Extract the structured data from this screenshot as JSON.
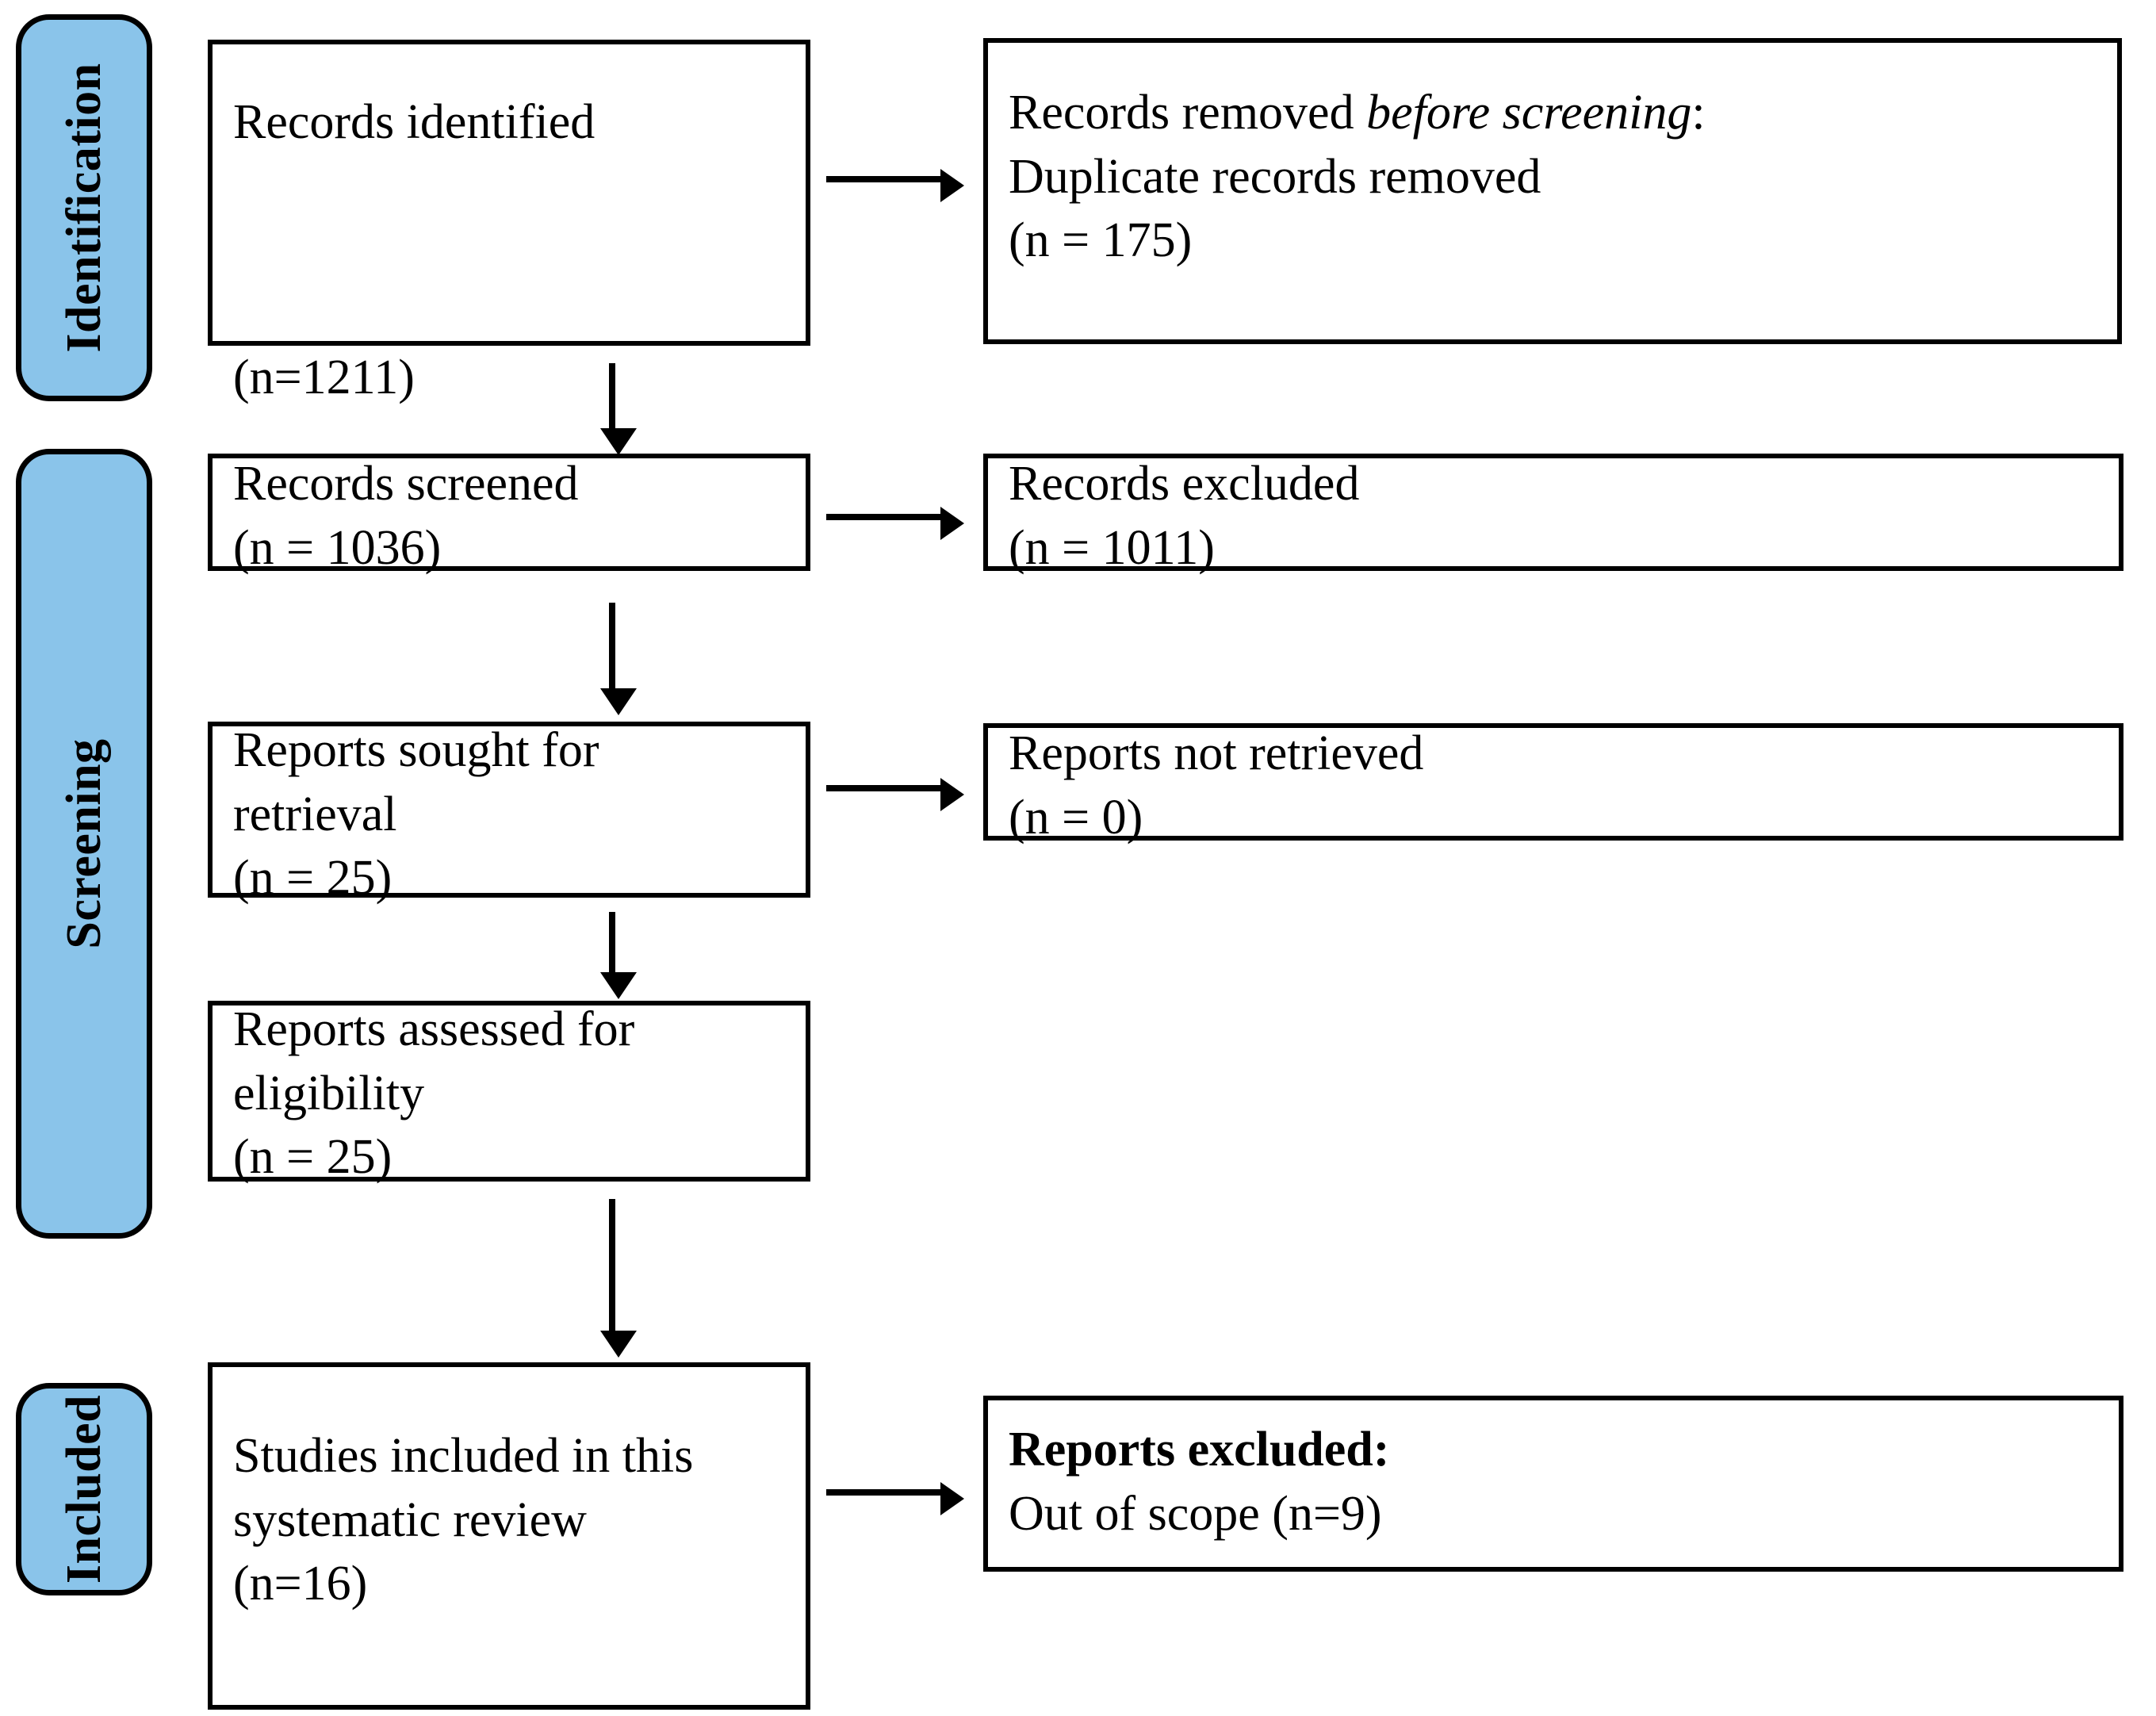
{
  "diagram": {
    "title": "PRISMA flow diagram",
    "accent_color": "#8AC4EA",
    "line_color": "#000000",
    "background_color": "#FFFFFF"
  },
  "stages": [
    {
      "id": "identification",
      "label": "Identification"
    },
    {
      "id": "screening",
      "label": "Screening"
    },
    {
      "id": "included",
      "label": "Included"
    }
  ],
  "boxes": {
    "records_identified": {
      "line1": "Records identified",
      "line2": "(n=1211)"
    },
    "records_removed": {
      "line1_prefix": "Records removed ",
      "line1_italic": "before screening",
      "line1_suffix": ":",
      "line2": "Duplicate records removed",
      "line3": "(n = 175)"
    },
    "records_screened": {
      "line1": "Records screened",
      "line2": "(n = 1036)"
    },
    "records_excluded": {
      "line1": "Records excluded",
      "line2": "(n = 1011)"
    },
    "reports_sought": {
      "line1": "Reports sought for",
      "line2": "retrieval",
      "line3": "(n = 25)"
    },
    "reports_not_retrieved": {
      "line1": "Reports not retrieved",
      "line2": "(n = 0)"
    },
    "reports_assessed": {
      "line1": "Reports assessed for",
      "line2": "eligibility",
      "line3": "(n = 25)"
    },
    "studies_included": {
      "line1": "Studies included in this",
      "line2": "systematic review",
      "line3": "(n=16)"
    },
    "reports_excluded": {
      "line1_bold": "Reports excluded:",
      "line2": "Out of scope (n=9)"
    }
  },
  "counts": {
    "records_identified": 1211,
    "duplicates_removed": 175,
    "records_screened": 1036,
    "records_excluded": 1011,
    "reports_sought": 25,
    "reports_not_retrieved": 0,
    "reports_assessed": 25,
    "studies_included": 16,
    "reports_excluded_out_of_scope": 9
  }
}
